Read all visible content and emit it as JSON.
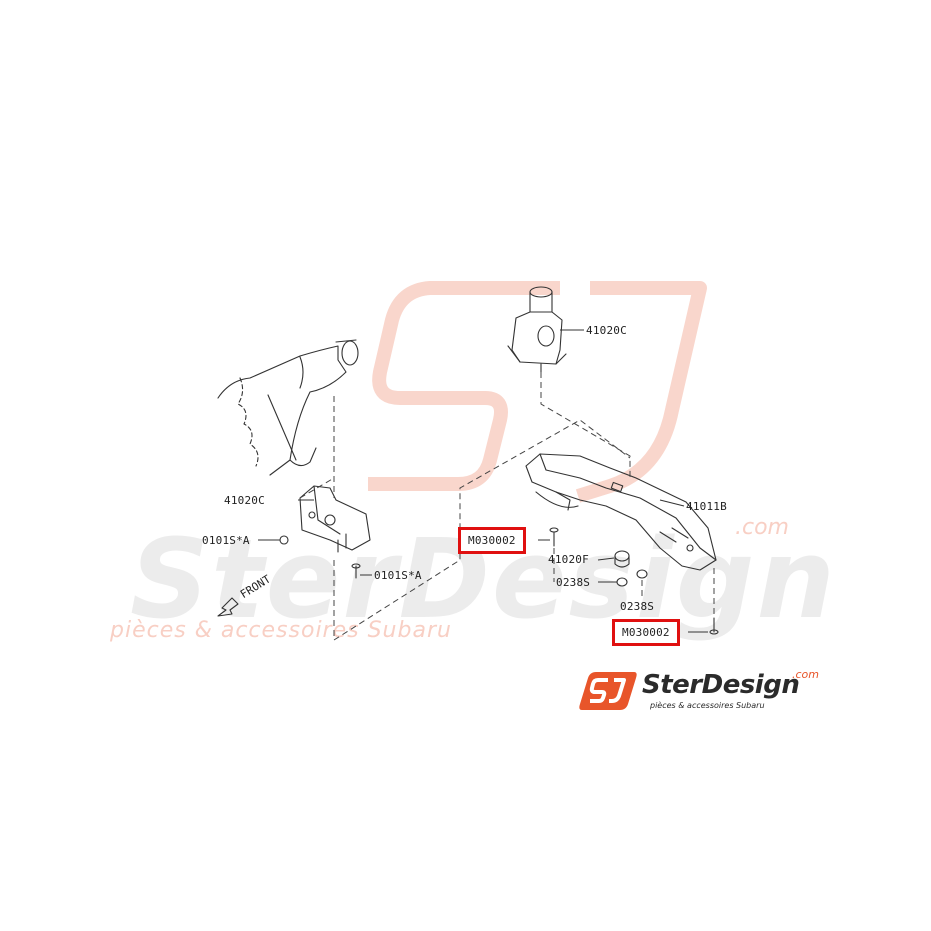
{
  "watermark": {
    "brand": "SterDesign",
    "com": ".com",
    "tagline": "pièces & accessoires Subaru"
  },
  "logo": {
    "mark": "SJ",
    "name": "SterDesign",
    "com": ".com",
    "tagline": "pièces & accessoires Subaru"
  },
  "callouts": {
    "mount_upper": "41020C",
    "mount_left": "41020C",
    "crossmember": "41011B",
    "bolt_left_a": "0101S*A",
    "bolt_left_b": "0101S*A",
    "part_highlight_1": "M030002",
    "part_highlight_2": "M030002",
    "stopper": "41020F",
    "nut_1": "0238S",
    "nut_2": "0238S"
  },
  "direction": "FRONT",
  "colors": {
    "highlight": "#e01010",
    "watermark_red": "#f8cfc4",
    "watermark_gray": "#ececec",
    "line": "#333333"
  }
}
